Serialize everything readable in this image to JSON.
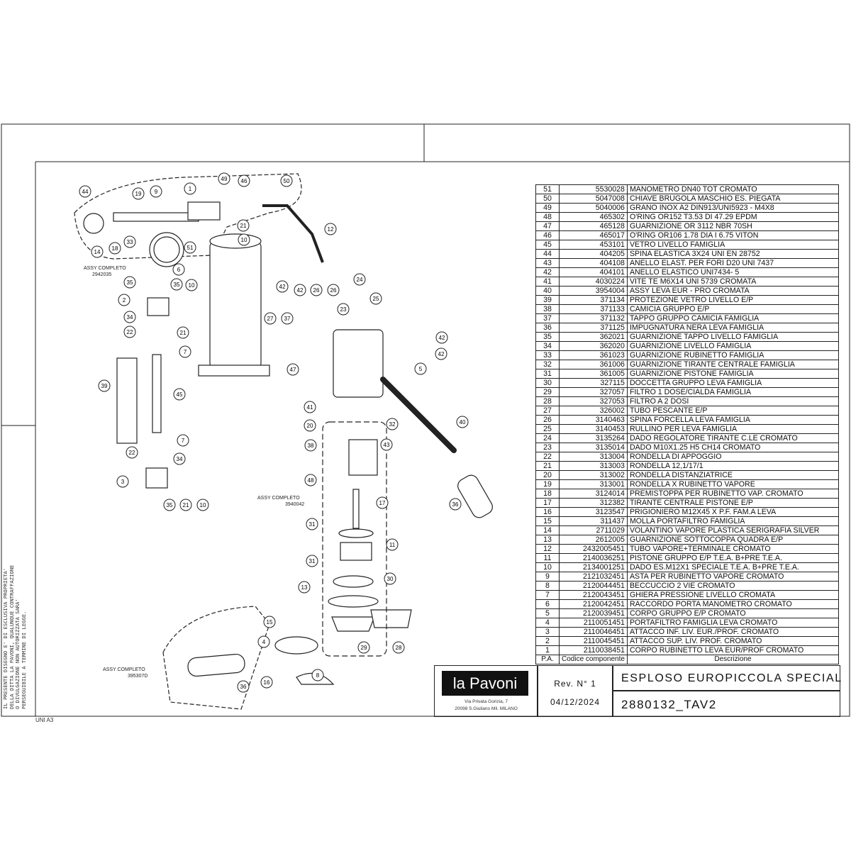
{
  "sheet": {
    "format_label": "UNI A3"
  },
  "legal_notice": [
    "IL PRESENTE DISEGNO E' DI ESCLUSIVA PROPRIETA'",
    "DELLA DITTA LA PAVONI, QUALUNQUE CONTRAFFAZIONE",
    "O DIVULGAZIONE NON AUTORIZZATA SARA'",
    "PERSEGUIBILE A TERMINE DI LEGGE."
  ],
  "assemblies": [
    {
      "label": "ASSY COMPLETO",
      "code": "2942035"
    },
    {
      "label": "ASSY COMPLETO",
      "code": "3940042"
    },
    {
      "label": "ASSY COMPLETO",
      "code": "395307D"
    }
  ],
  "callouts": [
    "44",
    "19",
    "9",
    "1",
    "49",
    "46",
    "50",
    "18",
    "33",
    "14",
    "21",
    "10",
    "12",
    "51",
    "6",
    "35",
    "35",
    "10",
    "2",
    "34",
    "21",
    "22",
    "7",
    "39",
    "45",
    "7",
    "22",
    "34",
    "3",
    "35",
    "21",
    "10",
    "42",
    "42",
    "26",
    "26",
    "24",
    "25",
    "23",
    "27",
    "37",
    "42",
    "42",
    "47",
    "5",
    "41",
    "32",
    "20",
    "43",
    "38",
    "40",
    "48",
    "17",
    "36",
    "31",
    "11",
    "31",
    "30",
    "13",
    "29",
    "28",
    "15",
    "4",
    "16",
    "8",
    "36"
  ],
  "parts_table": {
    "headers": {
      "pa": "P.A.",
      "code": "Codice componente",
      "desc": "Descrizione"
    },
    "rows": [
      {
        "pa": "51",
        "code": "5530028",
        "desc": "MANOMETRO DN40 TOT CROMATO"
      },
      {
        "pa": "50",
        "code": "5047008",
        "desc": "CHIAVE BRUGOLA MASCHIO ES. PIEGATA"
      },
      {
        "pa": "49",
        "code": "5040006",
        "desc": "GRANO INOX A2 DIN913/UNI5923 - M4X8"
      },
      {
        "pa": "48",
        "code": "465302",
        "desc": "O'RING OR152 T3.53 DI 47.29 EPDM"
      },
      {
        "pa": "47",
        "code": "465128",
        "desc": "GUARNIZIONE OR 3112 NBR 70SH"
      },
      {
        "pa": "46",
        "code": "465017",
        "desc": "O'RING OR106 1.78 DIA I 6.75  VITON"
      },
      {
        "pa": "45",
        "code": "453101",
        "desc": "VETRO LIVELLO FAMIGLIA"
      },
      {
        "pa": "44",
        "code": "404205",
        "desc": "SPINA ELASTICA 3X24 UNI EN 28752"
      },
      {
        "pa": "43",
        "code": "404108",
        "desc": "ANELLO ELAST. PER FORI D20 UNI 7437"
      },
      {
        "pa": "42",
        "code": "404101",
        "desc": "ANELLO ELASTICO UNI7434- 5"
      },
      {
        "pa": "41",
        "code": "4030224",
        "desc": "VITE TE M6X14 UNI 5739 CROMATA"
      },
      {
        "pa": "40",
        "code": "3954004",
        "desc": "ASSY LEVA EUR - PRO CROMATA"
      },
      {
        "pa": "39",
        "code": "371134",
        "desc": "PROTEZIONE VETRO LIVELLO E/P"
      },
      {
        "pa": "38",
        "code": "371133",
        "desc": "CAMICIA GRUPPO E/P"
      },
      {
        "pa": "37",
        "code": "371132",
        "desc": "TAPPO GRUPPO CAMICIA FAMIGLIA"
      },
      {
        "pa": "36",
        "code": "371125",
        "desc": "IMPUGNATURA NERA LEVA FAMIGLIA"
      },
      {
        "pa": "35",
        "code": "362021",
        "desc": "GUARNIZIONE TAPPO LIVELLO FAMIGLIA"
      },
      {
        "pa": "34",
        "code": "362020",
        "desc": "GUARNIZIONE LIVELLO FAMIGLIA"
      },
      {
        "pa": "33",
        "code": "361023",
        "desc": "GUARNIZIONE RUBINETTO FAMIGLIA"
      },
      {
        "pa": "32",
        "code": "361006",
        "desc": "GUARNIZIONE TIRANTE CENTRALE FAMIGLIA"
      },
      {
        "pa": "31",
        "code": "361005",
        "desc": "GUARNIZIONE PISTONE FAMIGLIA"
      },
      {
        "pa": "30",
        "code": "327115",
        "desc": "DOCCETTA GRUPPO LEVA FAMIGLIA"
      },
      {
        "pa": "29",
        "code": "327057",
        "desc": "FILTRO 1 DOSE/CIALDA FAMIGLIA"
      },
      {
        "pa": "28",
        "code": "327053",
        "desc": "FILTRO A 2 DOSI"
      },
      {
        "pa": "27",
        "code": "326002",
        "desc": "TUBO PESCANTE E/P"
      },
      {
        "pa": "26",
        "code": "3140463",
        "desc": "SPINA FORCELLA LEVA FAMIGLIA"
      },
      {
        "pa": "25",
        "code": "3140453",
        "desc": "RULLINO PER LEVA FAMIGLIA"
      },
      {
        "pa": "24",
        "code": "3135264",
        "desc": "DADO REGOLATORE TIRANTE C.LE CROMATO"
      },
      {
        "pa": "23",
        "code": "3135014",
        "desc": "DADO M10X1.25 H5 CH14 CROMATO"
      },
      {
        "pa": "22",
        "code": "313004",
        "desc": "RONDELLA DI APPOGGIO"
      },
      {
        "pa": "21",
        "code": "313003",
        "desc": "RONDELLA 12,1/17/1"
      },
      {
        "pa": "20",
        "code": "313002",
        "desc": "RONDELLA DISTANZIATRICE"
      },
      {
        "pa": "19",
        "code": "313001",
        "desc": "RONDELLA X RUBINETTO VAPORE"
      },
      {
        "pa": "18",
        "code": "3124014",
        "desc": "PREMISTOPPA PER RUBINETTO VAP. CROMATO"
      },
      {
        "pa": "17",
        "code": "312382",
        "desc": "TIRANTE CENTRALE PISTONE E/P"
      },
      {
        "pa": "16",
        "code": "3123547",
        "desc": "PRIGIONIERO M12X45 X P.F. FAM.A LEVA"
      },
      {
        "pa": "15",
        "code": "311437",
        "desc": "MOLLA PORTAFILTRO FAMIGLIA"
      },
      {
        "pa": "14",
        "code": "2711029",
        "desc": "VOLANTINO VAPORE PLASTICA SERIGRAFIA SILVER"
      },
      {
        "pa": "13",
        "code": "2612005",
        "desc": "GUARNIZIONE SOTTOCOPPA QUADRA E/P"
      },
      {
        "pa": "12",
        "code": "2432005451",
        "desc": "TUBO VAPORE+TERMINALE CROMATO"
      },
      {
        "pa": "11",
        "code": "2140036251",
        "desc": "PISTONE GRUPPO E/P T.E.A. B+PRE T.E.A."
      },
      {
        "pa": "10",
        "code": "2134001251",
        "desc": "DADO ES.M12X1 SPECIALE T.E.A. B+PRE T.E.A."
      },
      {
        "pa": "9",
        "code": "2121032451",
        "desc": "ASTA PER RUBINETTO VAPORE CROMATO"
      },
      {
        "pa": "8",
        "code": "2120044451",
        "desc": "BECCUCCIO 2 VIE CROMATO"
      },
      {
        "pa": "7",
        "code": "2120043451",
        "desc": "GHIERA PRESSIONE LIVELLO CROMATA"
      },
      {
        "pa": "6",
        "code": "2120042451",
        "desc": "RACCORDO PORTA MANOMETRO CROMATO"
      },
      {
        "pa": "5",
        "code": "2120039451",
        "desc": "CORPO GRUPPO E/P CROMATO"
      },
      {
        "pa": "4",
        "code": "2110051451",
        "desc": "PORTAFILTRO FAMIGLIA LEVA CROMATO"
      },
      {
        "pa": "3",
        "code": "2110046451",
        "desc": "ATTACCO INF. LIV. EUR./PROF. CROMATO"
      },
      {
        "pa": "2",
        "code": "2110045451",
        "desc": "ATTACCO SUP. LIV. PROF. CROMATO"
      },
      {
        "pa": "1",
        "code": "2110038451",
        "desc": "CORPO RUBINETTO LEVA EUR/PROF CROMATO"
      }
    ]
  },
  "title_block": {
    "logo": "la Pavoni",
    "address_line1": "Via Privata Gorizia, 7",
    "address_line2": "20098 S.Giuliano Mil. MILANO",
    "revision": "Rev. N° 1",
    "date": "04/12/2024",
    "title": "ESPLOSO EUROPICCOLA SPECIAL",
    "drawing_number": "2880132_TAV2"
  }
}
